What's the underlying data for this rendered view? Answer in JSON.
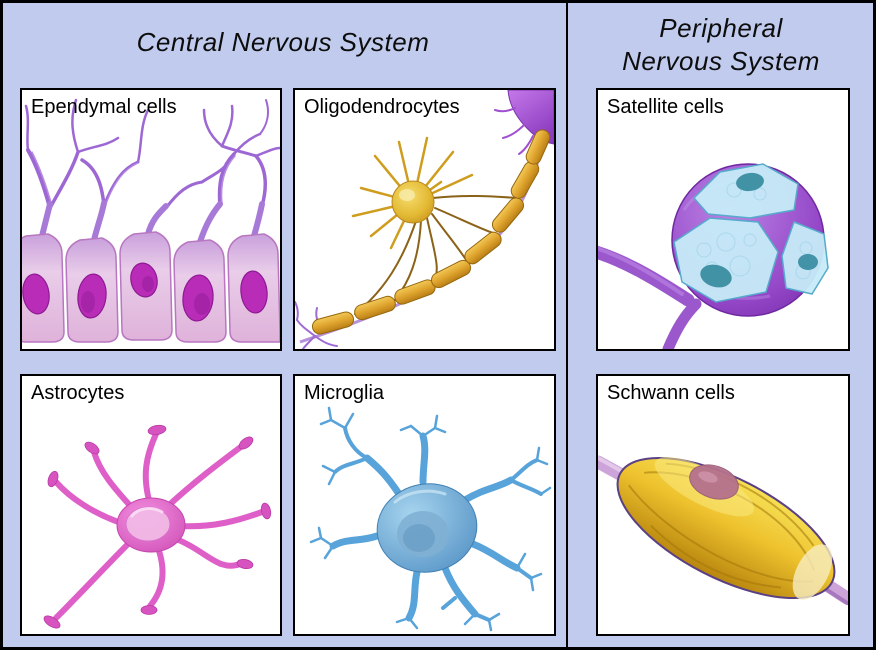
{
  "poster": {
    "background": "#c1cbee",
    "border_color": "#000000",
    "panel_background": "#ffffff"
  },
  "sections": {
    "cns": {
      "title": "Central Nervous System"
    },
    "pns": {
      "title_line1": "Peripheral",
      "title_line2": "Nervous System"
    }
  },
  "panels": [
    {
      "id": "ependymal-cells",
      "label": "Ependymal cells",
      "accent_color": "#c553c0"
    },
    {
      "id": "oligodendrocytes",
      "label": "Oligodendrocytes",
      "accent_color": "#d9a225"
    },
    {
      "id": "astrocytes",
      "label": "Astrocytes",
      "accent_color": "#e065cb"
    },
    {
      "id": "microglia",
      "label": "Microglia",
      "accent_color": "#5ba3d9"
    },
    {
      "id": "satellite-cells",
      "label": "Satellite cells",
      "accent_color": "#9552c9"
    },
    {
      "id": "schwann-cells",
      "label": "Schwann cells",
      "accent_color": "#e3b723"
    }
  ]
}
